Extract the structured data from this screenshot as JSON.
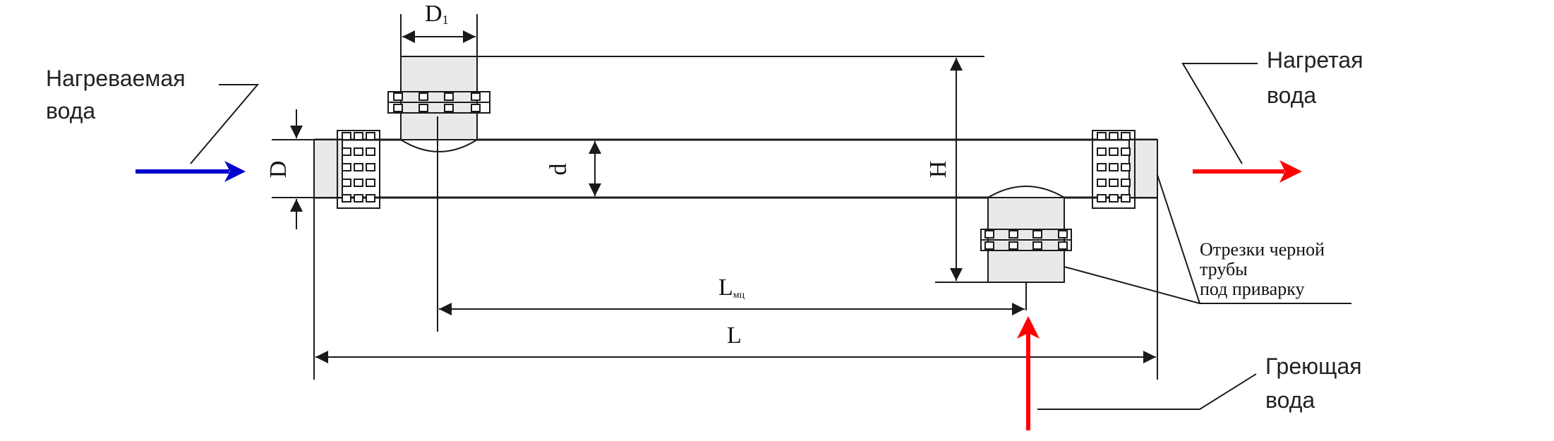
{
  "labels": {
    "inlet_line1": "Нагреваемая",
    "inlet_line2": "вода",
    "outlet_line1": "Нагретая",
    "outlet_line2": "вода",
    "heating_line1": "Греющая",
    "heating_line2": "вода",
    "pipe_note_line1": "Отрезки черной",
    "pipe_note_line2": "трубы",
    "pipe_note_line3": "под приварку"
  },
  "dimensions": {
    "D1": "D",
    "D1_sub": "1",
    "D": "D",
    "d": "d",
    "H": "H",
    "Lmr": "L",
    "Lmr_sub": "мц",
    "L": "L"
  },
  "colors": {
    "cold_arrow": "#0000cc",
    "hot_arrow": "#ff0000",
    "pipe_fill": "#e9e9e9",
    "line": "#1a1a1a"
  }
}
